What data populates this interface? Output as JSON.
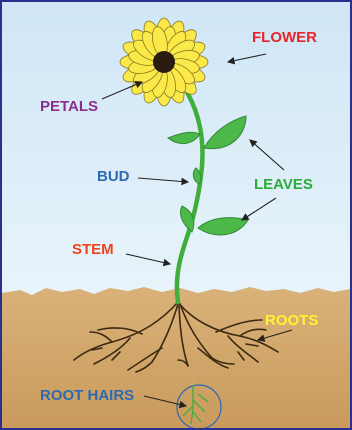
{
  "labels": {
    "flower": "FLOWER",
    "petals": "PETALS",
    "bud": "BUD",
    "leaves": "LEAVES",
    "stem": "STEM",
    "roots": "ROOTS",
    "root_hairs": "ROOT HAIRS"
  },
  "colors": {
    "flower": "#e8262a",
    "petals": "#8a2f8e",
    "bud": "#2e6ab3",
    "leaves": "#2aab3c",
    "stem": "#e8451e",
    "roots": "#fff233",
    "root_hairs": "#2e6ab3",
    "sky": "#d6eaf7",
    "soil": "#d9b27a",
    "petal_fill": "#fbe94a",
    "center": "#2a1a10",
    "stem_green": "#3fae3a",
    "leaf_green": "#4cb84a",
    "root_brown": "#3b2a10"
  },
  "icons": {
    "flower": "sunflower-icon",
    "arrows": "arrow-icon"
  }
}
